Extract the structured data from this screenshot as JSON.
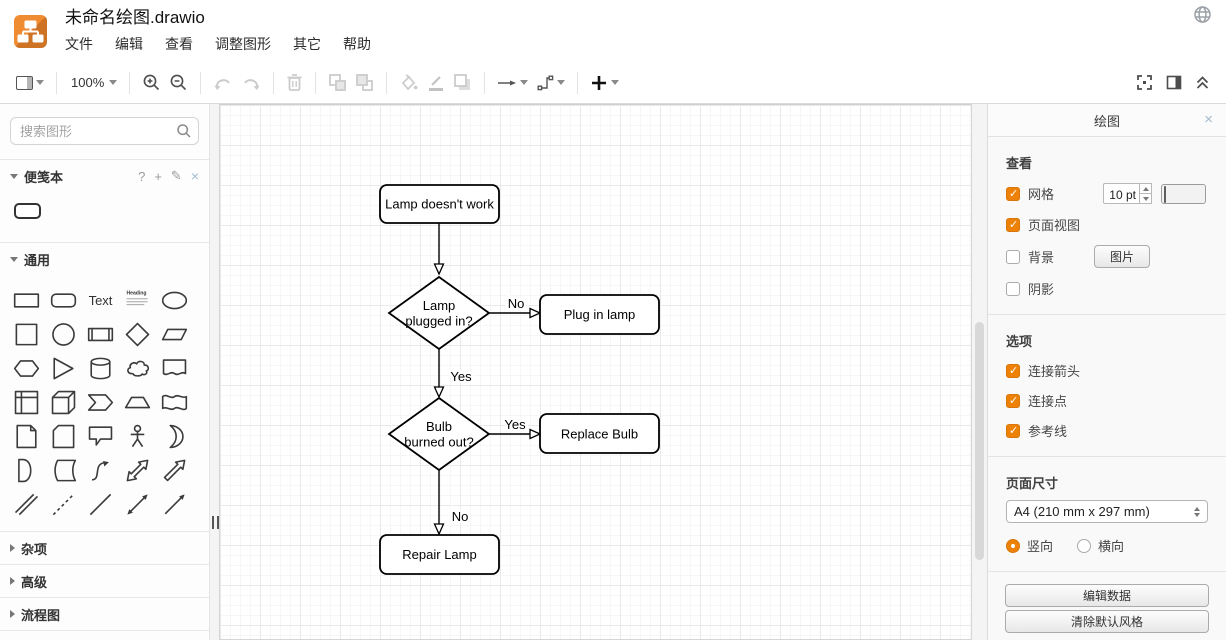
{
  "header": {
    "title": "未命名绘图.drawio",
    "menus": [
      "文件",
      "编辑",
      "查看",
      "调整图形",
      "其它",
      "帮助"
    ]
  },
  "toolbar": {
    "zoom": "100%"
  },
  "sidebar": {
    "search_placeholder": "搜索图形",
    "scratchpad_title": "便笺本",
    "scratchpad_actions": {
      "help": "?",
      "add": "+",
      "edit": "✎",
      "close": "×"
    },
    "sections": {
      "general": "通用",
      "misc": "杂项",
      "advanced": "高级",
      "flowchart": "流程图"
    },
    "shape_labels": {
      "text": "Text",
      "heading": "Heading"
    },
    "shapes": [
      "rectangle",
      "rounded-rectangle",
      "text",
      "heading",
      "ellipse",
      "square",
      "circle",
      "process",
      "diamond",
      "parallelogram",
      "hexagon",
      "triangle",
      "cylinder",
      "cloud",
      "document",
      "internal-storage",
      "cube",
      "step",
      "trapezoid",
      "tape",
      "note",
      "card",
      "callout",
      "actor",
      "or",
      "and",
      "data-storage",
      "curve",
      "bidirectional-arrow",
      "arrow",
      "link",
      "dashed-line",
      "line",
      "bidirectional-connector",
      "directional-connector"
    ]
  },
  "flowchart": {
    "node_start": "Lamp doesn't work",
    "node_q1_line1": "Lamp",
    "node_q1_line2": "plugged in?",
    "node_plug": "Plug in lamp",
    "node_q2_line1": "Bulb",
    "node_q2_line2": "burned out?",
    "node_replace": "Replace Bulb",
    "node_repair": "Repair Lamp",
    "label_no1": "No",
    "label_yes1": "Yes",
    "label_yes2": "Yes",
    "label_no2": "No"
  },
  "panel": {
    "title": "绘图",
    "close": "×",
    "view_heading": "查看",
    "grid_label": "网格",
    "grid_size": "10 pt",
    "page_view_label": "页面视图",
    "background_label": "背景",
    "image_button": "图片",
    "shadow_label": "阴影",
    "options_heading": "选项",
    "option_connection_arrows": "连接箭头",
    "option_connection_points": "连接点",
    "option_guides": "参考线",
    "page_heading": "页面尺寸",
    "page_size_value": "A4 (210 mm x 297 mm)",
    "portrait_label": "竖向",
    "landscape_label": "横向",
    "edit_data_button": "编辑数据",
    "clear_style_button": "清除默认风格"
  },
  "colors": {
    "accent": "#EE8208",
    "grid_swatch": "#CCCCCC",
    "logo_orange": "#EF8B31"
  }
}
